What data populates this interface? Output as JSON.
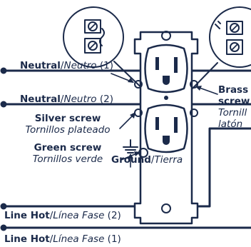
{
  "colors": {
    "ink": "#1b2a4a",
    "line": "#1b2a4a",
    "background": "#ffffff"
  },
  "labels": {
    "neutral_1": {
      "bold": "Neutral",
      "italic": "Neutro",
      "num": "(1)"
    },
    "neutral_2": {
      "bold": "Neutral",
      "italic": "Neutro",
      "num": "(2)"
    },
    "silver_screw": {
      "bold": "Silver screw",
      "italic": "Tornillos plateado"
    },
    "green_screw": {
      "bold": "Green screw",
      "italic": "Tornillos verde"
    },
    "ground": {
      "bold": "Ground",
      "italic": "Tierra"
    },
    "brass_screw": {
      "bold_1": "Brass",
      "bold_2": "screw",
      "italic_1": "Tornill",
      "italic_2": "latón"
    },
    "line_hot_2": {
      "bold": "Line Hot",
      "italic": "Línea Fase",
      "num": "(2)"
    },
    "line_hot_1": {
      "bold": "Line Hot",
      "italic": "Línea Fase",
      "num": "(1)"
    }
  },
  "icons": [
    "screw-detail-left-icon",
    "screw-detail-right-icon",
    "duplex-outlet-icon",
    "ground-symbol-icon"
  ]
}
